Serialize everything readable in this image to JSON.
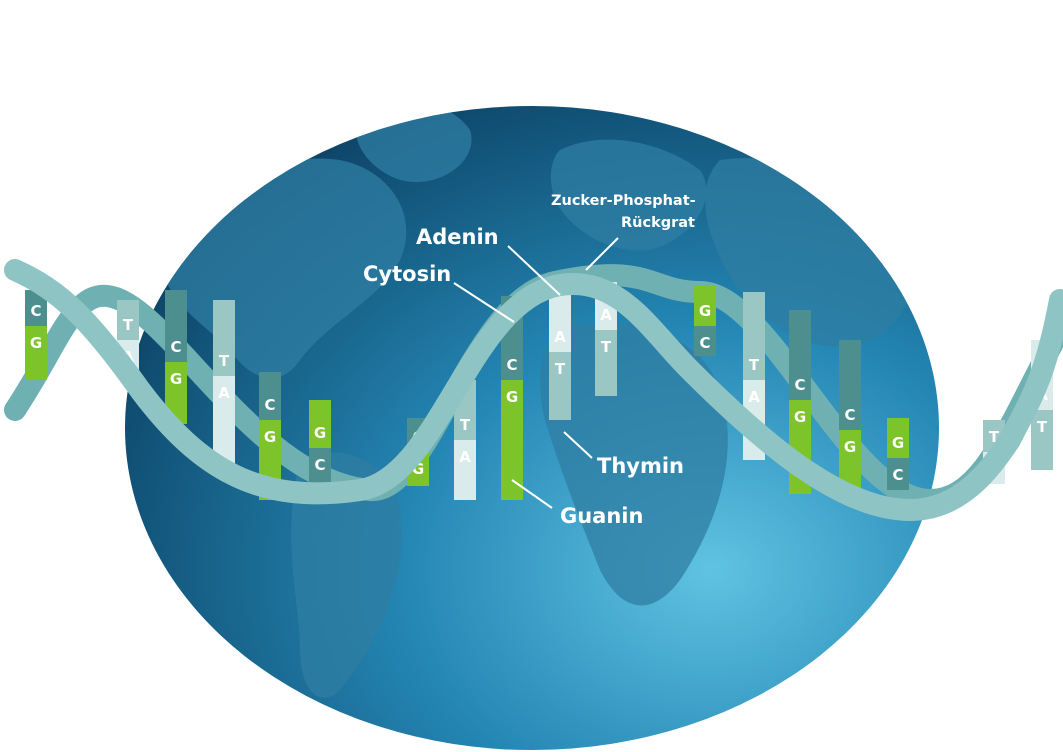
{
  "labels": {
    "backbone_line1": "Zucker-Phosphat-",
    "backbone_line2": "Rückgrat",
    "adenine": "Adenin",
    "cytosine": "Cytosin",
    "thymine": "Thymin",
    "guanine": "Guanin"
  },
  "base_pairs": [
    {
      "top": "C",
      "bottom": "G",
      "top_color": "#4d8f8f",
      "bottom_color": "#7dc32a"
    },
    {
      "top": "T",
      "bottom": "A",
      "top_color": "#9ac6c4",
      "bottom_color": "#d9ebea"
    },
    {
      "top": "C",
      "bottom": "G",
      "top_color": "#4d8f8f",
      "bottom_color": "#7dc32a"
    },
    {
      "top": "T",
      "bottom": "A",
      "top_color": "#9ac6c4",
      "bottom_color": "#d9ebea"
    },
    {
      "top": "C",
      "bottom": "G",
      "top_color": "#4d8f8f",
      "bottom_color": "#7dc32a"
    },
    {
      "top": "G",
      "bottom": "C",
      "top_color": "#7dc32a",
      "bottom_color": "#4d8f8f"
    },
    {
      "top": "C",
      "bottom": "G",
      "top_color": "#4d8f8f",
      "bottom_color": "#7dc32a"
    },
    {
      "top": "T",
      "bottom": "A",
      "top_color": "#9ac6c4",
      "bottom_color": "#d9ebea"
    },
    {
      "top": "C",
      "bottom": "G",
      "top_color": "#4d8f8f",
      "bottom_color": "#7dc32a"
    },
    {
      "top": "A",
      "bottom": "T",
      "top_color": "#d9ebea",
      "bottom_color": "#9ac6c4"
    },
    {
      "top": "A",
      "bottom": "T",
      "top_color": "#d9ebea",
      "bottom_color": "#9ac6c4"
    },
    {
      "top": "G",
      "bottom": "C",
      "top_color": "#7dc32a",
      "bottom_color": "#4d8f8f"
    },
    {
      "top": "T",
      "bottom": "A",
      "top_color": "#9ac6c4",
      "bottom_color": "#d9ebea"
    },
    {
      "top": "C",
      "bottom": "G",
      "top_color": "#4d8f8f",
      "bottom_color": "#7dc32a"
    },
    {
      "top": "C",
      "bottom": "G",
      "top_color": "#4d8f8f",
      "bottom_color": "#7dc32a"
    },
    {
      "top": "G",
      "bottom": "C",
      "top_color": "#7dc32a",
      "bottom_color": "#4d8f8f"
    },
    {
      "top": "T",
      "bottom": "A",
      "top_color": "#9ac6c4",
      "bottom_color": "#d9ebea"
    },
    {
      "top": "A",
      "bottom": "T",
      "top_color": "#d9ebea",
      "bottom_color": "#9ac6c4"
    }
  ],
  "colors": {
    "globe_dark": "#0d4a6e",
    "globe_light": "#4fb3d6",
    "land": "#2f7ea3",
    "strand": "#8fc4c4",
    "strand_back": "#6aa9ad"
  }
}
